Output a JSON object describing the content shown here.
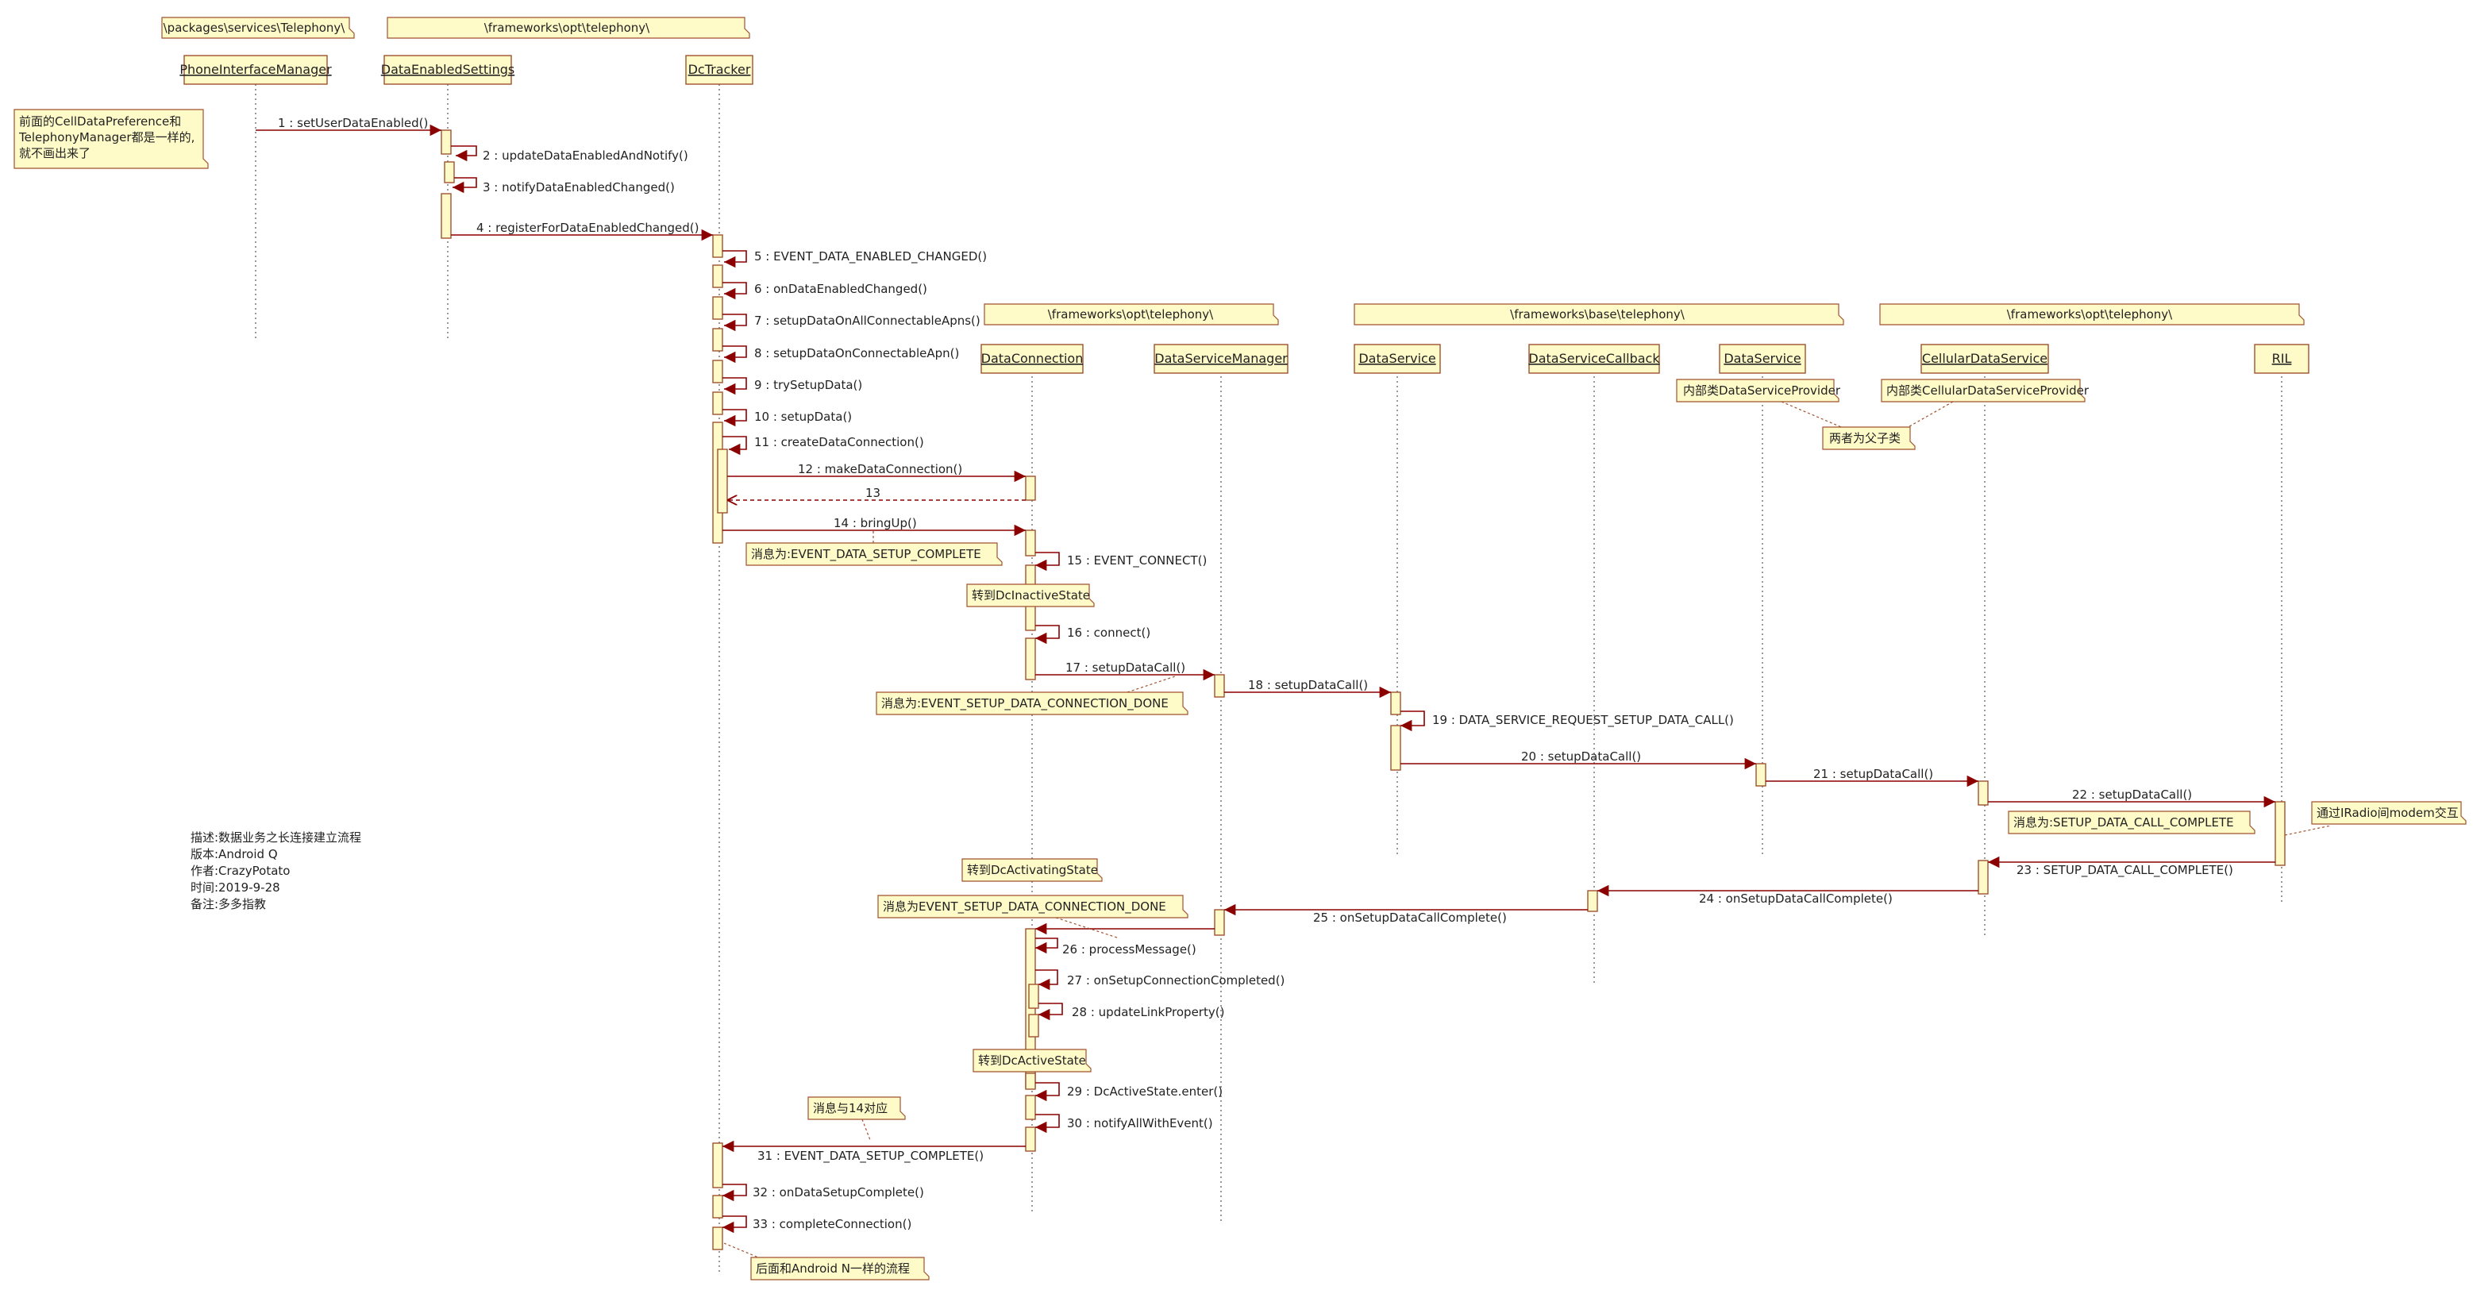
{
  "package_labels": [
    "\\packages\\services\\Telephony\\",
    "\\frameworks\\opt\\telephony\\",
    "\\frameworks\\opt\\telephony\\",
    "\\frameworks\\base\\telephony\\",
    "\\frameworks\\opt\\telephony\\"
  ],
  "lifelines": [
    "PhoneInterfaceManager",
    "DataEnabledSettings",
    "DcTracker",
    "DataConnection",
    "DataServiceManager",
    "DataService",
    "DataServiceCallback",
    "DataService",
    "CellularDataService",
    "RIL"
  ],
  "messages": [
    "1 : setUserDataEnabled()",
    "2 : updateDataEnabledAndNotify()",
    "3 : notifyDataEnabledChanged()",
    "4 : registerForDataEnabledChanged()",
    "5 : EVENT_DATA_ENABLED_CHANGED()",
    "6 : onDataEnabledChanged()",
    "7 : setupDataOnAllConnectableApns()",
    "8 : setupDataOnConnectableApn()",
    "9 : trySetupData()",
    "10 : setupData()",
    "11 : createDataConnection()",
    "12 : makeDataConnection()",
    "13",
    "14 : bringUp()",
    "15 : EVENT_CONNECT()",
    "16 : connect()",
    "17 : setupDataCall()",
    "18 : setupDataCall()",
    "19 : DATA_SERVICE_REQUEST_SETUP_DATA_CALL()",
    "20 : setupDataCall()",
    "21 : setupDataCall()",
    "22 : setupDataCall()",
    "23 : SETUP_DATA_CALL_COMPLETE()",
    "24 : onSetupDataCallComplete()",
    "25 : onSetupDataCallComplete()",
    "26 : processMessage()",
    "27 : onSetupConnectionCompleted()",
    "28 : updateLinkProperty()",
    "29 : DcActiveState.enter()",
    "30 : notifyAllWithEvent()",
    "31 : EVENT_DATA_SETUP_COMPLETE()",
    "32 : onDataSetupComplete()",
    "33 : completeConnection()"
  ],
  "notes": [
    "前面的CellDataPreference和",
    "TelephonyManager都是一样的,",
    "就不画出来了",
    "内部类DataServiceProvider",
    "内部类CellularDataServiceProvider",
    "两者为父子类",
    "消息为:EVENT_DATA_SETUP_COMPLETE",
    "转到DcInactiveState",
    "消息为:EVENT_SETUP_DATA_CONNECTION_DONE",
    "消息为:SETUP_DATA_CALL_COMPLETE",
    "通过IRadio间modem交互",
    "转到DcActivatingState",
    "消息为EVENT_SETUP_DATA_CONNECTION_DONE",
    "转到DcActiveState",
    "消息与14对应",
    "后面和Android N一样的流程"
  ],
  "info_lines": [
    "描述:数据业务之长连接建立流程",
    "版本:Android Q",
    "作者:CrazyPotato",
    "时间:2019-9-28",
    "备注:多多指教"
  ]
}
